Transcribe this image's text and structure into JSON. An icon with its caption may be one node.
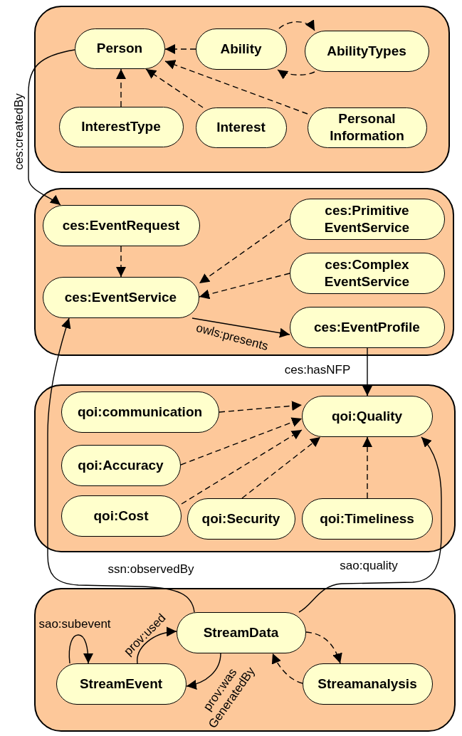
{
  "diagram": {
    "nodes": [
      {
        "text": [],
        "shape": "box"
      },
      {
        "text": [
          "Person"
        ],
        "in": 0
      },
      {
        "text": [
          "Ability"
        ],
        "in": 0
      },
      {
        "text": [
          "AbilityTypes"
        ],
        "in": 0
      },
      {
        "text": [
          "InterestType"
        ],
        "in": 0
      },
      {
        "text": [
          "Interest"
        ],
        "in": 0
      },
      {
        "text": [
          "Personal Information"
        ],
        "in": 0
      },
      {
        "text": [],
        "shape": "box"
      },
      {
        "text": [
          "ces:EventRequest"
        ],
        "in": 7
      },
      {
        "text": [
          "ces:Primitive EventService"
        ],
        "in": 7
      },
      {
        "text": [
          "ces:Complex EventService"
        ],
        "in": 7
      },
      {
        "text": [
          "ces:EventService"
        ],
        "in": 7
      },
      {
        "text": [
          "ces:EventProfile"
        ],
        "in": 7
      },
      {
        "text": [],
        "shape": "box"
      },
      {
        "text": [
          "qoi:communication"
        ],
        "in": 13
      },
      {
        "text": [
          "qoi:Quality"
        ],
        "in": 13
      },
      {
        "text": [
          "qoi:Accuracy"
        ],
        "in": 13
      },
      {
        "text": [
          "qoi:Cost"
        ],
        "in": 13
      },
      {
        "text": [
          "qoi:Security"
        ],
        "in": 13
      },
      {
        "text": [
          "qoi:Timeliness"
        ],
        "in": 13
      },
      {
        "text": [],
        "shape": "box"
      },
      {
        "text": [
          "StreamData"
        ],
        "in": 20
      },
      {
        "text": [
          "StreamEvent"
        ],
        "in": 20
      },
      {
        "text": [
          "Streamanalysis"
        ],
        "in": 20
      }
    ],
    "edges": [
      {
        "from": 2,
        "to": 1,
        "arrow": "to",
        "style": "dashed"
      },
      {
        "from": 2,
        "to": 3,
        "arrow": "to",
        "style": "dashed"
      },
      {
        "from": 3,
        "to": 2,
        "arrow": "to",
        "style": "dashed"
      },
      {
        "from": 4,
        "to": 1,
        "arrow": "to",
        "style": "dashed"
      },
      {
        "from": 5,
        "to": 1,
        "arrow": "to",
        "style": "dashed"
      },
      {
        "from": 6,
        "to": 1,
        "arrow": "to",
        "style": "dashed"
      },
      {
        "from": 1,
        "to": 8,
        "arrow": "to",
        "label": "ces:createdBy"
      },
      {
        "from": 8,
        "to": 11,
        "arrow": "to",
        "style": "dashed"
      },
      {
        "from": 9,
        "to": 11,
        "arrow": "to",
        "style": "dashed"
      },
      {
        "from": 10,
        "to": 11,
        "arrow": "to",
        "style": "dashed"
      },
      {
        "from": 11,
        "to": 12,
        "arrow": "to",
        "label": "owls:presents"
      },
      {
        "from": 12,
        "to": 15,
        "arrow": "to",
        "label": "ces:hasNFP"
      },
      {
        "from": 14,
        "to": 15,
        "arrow": "to",
        "style": "dashed"
      },
      {
        "from": 16,
        "to": 15,
        "arrow": "to",
        "style": "dashed"
      },
      {
        "from": 17,
        "to": 15,
        "arrow": "to",
        "style": "dashed"
      },
      {
        "from": 18,
        "to": 15,
        "arrow": "to",
        "style": "dashed"
      },
      {
        "from": 19,
        "to": 15,
        "arrow": "to",
        "style": "dashed"
      },
      {
        "from": 21,
        "to": 11,
        "arrow": "to",
        "label": "ssn:observedBy"
      },
      {
        "from": 21,
        "to": 15,
        "arrow": "to",
        "label": "sao:quality"
      },
      {
        "from": 22,
        "to": 22,
        "arrow": "to",
        "label": "sao:subevent"
      },
      {
        "from": 22,
        "to": 21,
        "arrow": "to",
        "label": "prov:used"
      },
      {
        "from": 21,
        "to": 22,
        "arrow": "to",
        "label": "prov:was GeneratedBy"
      },
      {
        "from": 21,
        "to": 23,
        "arrow": "to",
        "style": "dashed"
      },
      {
        "from": 23,
        "to": 21,
        "arrow": "to",
        "style": "dashed"
      }
    ]
  }
}
